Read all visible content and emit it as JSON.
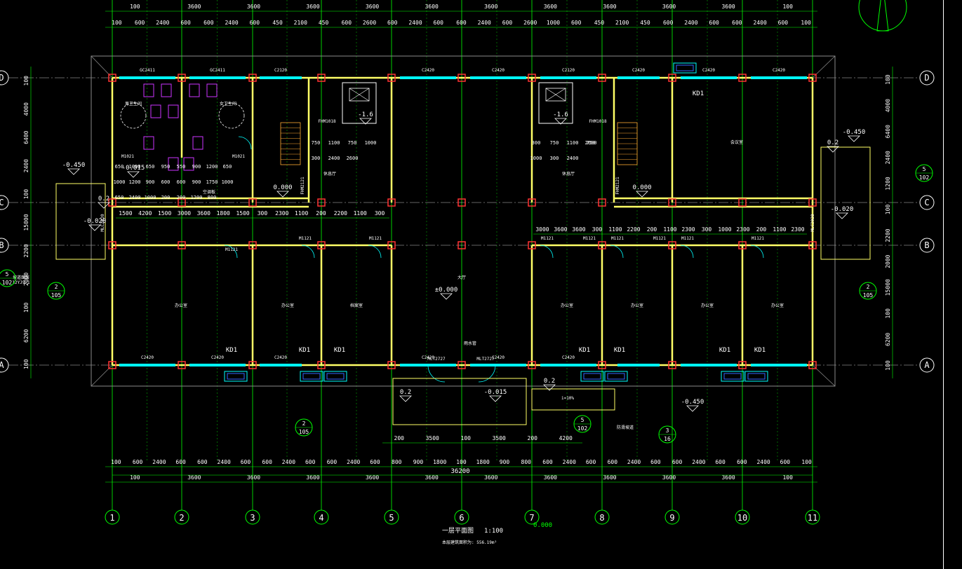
{
  "drawing": {
    "title": "一层平面图",
    "scale": "1:100",
    "title_elev": "0.000",
    "area_note": "本层建筑面积为: 556.19m²",
    "total_dim": "36200"
  },
  "grid": {
    "columns": [
      "1",
      "2",
      "3",
      "4",
      "5",
      "6",
      "7",
      "8",
      "9",
      "10",
      "11"
    ],
    "rows": [
      "D",
      "C",
      "B",
      "A"
    ]
  },
  "dims": {
    "top_row1": [
      "100",
      "3600",
      "3600",
      "3600",
      "3600",
      "3600",
      "3600",
      "3600",
      "3600",
      "3600",
      "3600",
      "100"
    ],
    "top_row2": [
      "100",
      "600",
      "2400",
      "600",
      "600",
      "2400",
      "600",
      "450",
      "2100",
      "450",
      "600",
      "2600",
      "600",
      "2400",
      "600",
      "600",
      "2400",
      "600",
      "2600",
      "1000",
      "600",
      "450",
      "2100",
      "450",
      "600",
      "2400",
      "600",
      "600",
      "2400",
      "600",
      "100"
    ],
    "bot_row1": [
      "100",
      "600",
      "2400",
      "600",
      "600",
      "2400",
      "600",
      "600",
      "2400",
      "600",
      "600",
      "2400",
      "600",
      "800",
      "900",
      "1800",
      "100",
      "1800",
      "900",
      "800",
      "600",
      "2400",
      "600",
      "600",
      "2400",
      "600",
      "600",
      "2400",
      "600",
      "600",
      "2400",
      "600",
      "100"
    ],
    "bot_row2": [
      "100",
      "3600",
      "3600",
      "3600",
      "3600",
      "3600",
      "3600",
      "3600",
      "3600",
      "3600",
      "3600",
      "100"
    ],
    "left": [
      "100",
      "4000",
      "6400",
      "2400",
      "100",
      "15000",
      "2200",
      "2000",
      "100",
      "6200",
      "100"
    ],
    "right": [
      "100",
      "4000",
      "6400",
      "2400",
      "1200",
      "100",
      "2200",
      "2000",
      "15000",
      "100",
      "6200",
      "100"
    ],
    "inner_left": [
      "1500",
      "4200",
      "1500",
      "3000",
      "3600",
      "1800",
      "1500",
      "300",
      "2300",
      "1100",
      "200",
      "2200",
      "1100",
      "300"
    ],
    "inner_right": [
      "3000",
      "3600",
      "3600",
      "300",
      "1100",
      "2200",
      "200",
      "1100",
      "2300",
      "300",
      "1000",
      "2300",
      "200",
      "1100",
      "2300"
    ],
    "entrance": [
      "200",
      "3500",
      "100",
      "3500",
      "200",
      "4200"
    ]
  },
  "labels": {
    "windows": [
      "GC2411",
      "GC2411",
      "C2120",
      "C2420",
      "C2420",
      "C2120",
      "C2420",
      "C2420",
      "C2420",
      "C2420",
      "C2420",
      "C2420",
      "C2420",
      "C2420",
      "C2420"
    ],
    "kd": "KD1",
    "doors": [
      "M1021",
      "M1021",
      "M1121",
      "M1121",
      "M1121",
      "M1121",
      "M1121",
      "M1121",
      "M1121",
      "M1121",
      "M1121",
      "MLC2020",
      "MLC2020",
      "MLT2727",
      "MLT2727",
      "FHM1018",
      "FHM1018",
      "FHM2121",
      "FHM2121"
    ],
    "elevations": [
      "-0.450",
      "-0.015",
      "0.000",
      "-0.020",
      "±0.000",
      "-0.015",
      "-0.450",
      "-0.020",
      "-0.450",
      "0.2",
      "0.2",
      "0.000",
      "-1.6",
      "-1.6",
      "0.2",
      "0.2"
    ],
    "rooms": [
      "办公室",
      "办公室",
      "档案室",
      "大厅",
      "办公室",
      "办公室",
      "办公室",
      "办公室",
      "休息厅",
      "休息厅",
      "会议室",
      "男卫生间",
      "女卫生间"
    ],
    "notes": [
      "坡道面层",
      "12YJ9-1",
      "i=10%",
      "防滑坡道",
      "雨水管",
      "空调板"
    ],
    "callouts": [
      {
        "top": "5",
        "bottom": "102"
      },
      {
        "top": "2",
        "bottom": "105"
      },
      {
        "top": "2",
        "bottom": "105"
      },
      {
        "top": "5",
        "bottom": "102"
      },
      {
        "top": "2",
        "bottom": "105"
      },
      {
        "top": "5",
        "bottom": "102"
      },
      {
        "top": "3",
        "bottom": "16"
      }
    ],
    "stair_dims": [
      "750",
      "1100",
      "750",
      "1000",
      "300",
      "2400",
      "2600",
      "300",
      "750",
      "1100",
      "750",
      "1000",
      "300",
      "2400",
      "2600"
    ],
    "toilet_dims": [
      "650",
      "1000",
      "650",
      "950",
      "550",
      "900",
      "1200",
      "650",
      "1000",
      "1200",
      "900",
      "600",
      "600",
      "900",
      "1750",
      "1000",
      "650",
      "2400",
      "1000",
      "200",
      "200",
      "1200",
      "800"
    ]
  },
  "colors": {
    "grid_green": "#00ff00",
    "wall_yellow": "#ffff66",
    "window_cyan": "#00ffff",
    "fixture_magenta": "#cc33ff",
    "column_red": "#ff3333",
    "text_white": "#ffffff",
    "border_gray": "#8a8a8a",
    "stair_orange": "#ffaa33",
    "grid_axis": "#c8c8c8"
  }
}
